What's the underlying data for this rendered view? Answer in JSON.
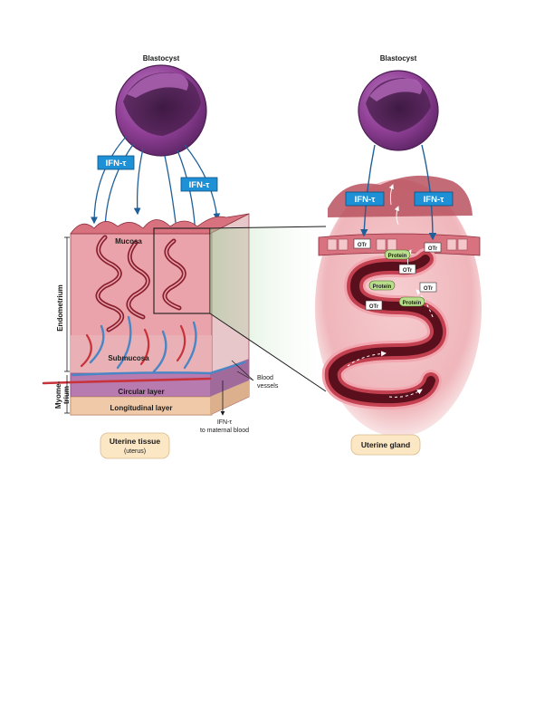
{
  "left_panel": {
    "blastocyst_label": "Blastocyst",
    "ifn_tag_1": "IFN-τ",
    "ifn_tag_2": "IFN-τ",
    "mucosa_label": "Mucosa",
    "endometrium_label": "Endometrium",
    "submucosa_label": "Submucosa",
    "myometrium_label_line1": "Myome-",
    "myometrium_label_line2": "trium",
    "circular_layer_label": "Circular layer",
    "longitudinal_layer_label": "Longitudinal layer",
    "blood_vessels_line1": "Blood",
    "blood_vessels_line2": "vessels",
    "maternal_blood_line1": "IFN-τ",
    "maternal_blood_line2": "to maternal blood",
    "caption_title": "Uterine tissue",
    "caption_sub": "(uterus)"
  },
  "right_panel": {
    "blastocyst_label": "Blastocyst",
    "ifn_tag_1": "IFN-τ",
    "ifn_tag_2": "IFN-τ",
    "receptor_label": "OTr",
    "protein_label": "Protein",
    "caption_title": "Uterine gland"
  },
  "colors": {
    "blastocyst": "#8e3f94",
    "ifn_tag": "#1e90d6",
    "tissue": "#e8a0a6",
    "gland": "#8a1f30",
    "vein": "#4a86c5",
    "artery": "#c8333b",
    "muscle": "#b77bb0",
    "protein_tag": "#b9dd8b",
    "caption_box": "#fbe7c4"
  }
}
